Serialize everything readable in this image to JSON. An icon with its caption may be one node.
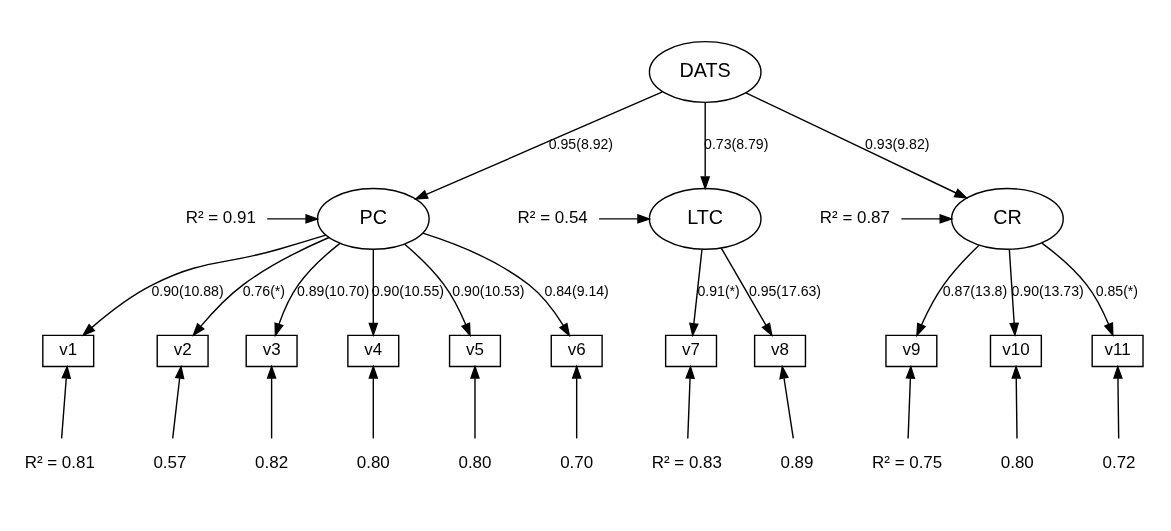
{
  "diagram": {
    "nodes": [
      {
        "text": [
          "DATS"
        ]
      },
      {
        "text": [
          "PC"
        ]
      },
      {
        "text": [
          "LTC"
        ]
      },
      {
        "text": [
          "CR"
        ]
      },
      {
        "text": [
          "v1"
        ]
      },
      {
        "text": [
          "v2"
        ]
      },
      {
        "text": [
          "v3"
        ]
      },
      {
        "text": [
          "v4"
        ]
      },
      {
        "text": [
          "v5"
        ]
      },
      {
        "text": [
          "v6"
        ]
      },
      {
        "text": [
          "v7"
        ]
      },
      {
        "text": [
          "v8"
        ]
      },
      {
        "text": [
          "v9"
        ]
      },
      {
        "text": [
          "v10"
        ]
      },
      {
        "text": [
          "v11"
        ]
      },
      {
        "text": [
          "R² = 0.91"
        ]
      },
      {
        "text": [
          "R² = 0.54"
        ]
      },
      {
        "text": [
          "R² = 0.87"
        ]
      },
      {
        "text": [
          "R² = 0.81"
        ]
      },
      {
        "text": [
          "0.57"
        ]
      },
      {
        "text": [
          "0.82"
        ]
      },
      {
        "text": [
          "0.80"
        ]
      },
      {
        "text": [
          "0.80"
        ]
      },
      {
        "text": [
          "0.70"
        ]
      },
      {
        "text": [
          "R² = 0.83"
        ]
      },
      {
        "text": [
          "0.89"
        ]
      },
      {
        "text": [
          "R² = 0.75"
        ]
      },
      {
        "text": [
          "0.80"
        ]
      },
      {
        "text": [
          "0.72"
        ]
      }
    ],
    "edges": [
      {
        "from": 0,
        "to": 1,
        "arrow": "to",
        "label": "0.95(8.92)"
      },
      {
        "from": 0,
        "to": 2,
        "arrow": "to",
        "label": "0.73(8.79)"
      },
      {
        "from": 0,
        "to": 3,
        "arrow": "to",
        "label": "0.93(9.82)"
      },
      {
        "from": 15,
        "to": 1,
        "arrow": "to"
      },
      {
        "from": 16,
        "to": 2,
        "arrow": "to"
      },
      {
        "from": 17,
        "to": 3,
        "arrow": "to"
      },
      {
        "from": 1,
        "to": 4,
        "arrow": "to",
        "label": "0.90(10.88)"
      },
      {
        "from": 1,
        "to": 5,
        "arrow": "to",
        "label": "0.76(*)"
      },
      {
        "from": 1,
        "to": 6,
        "arrow": "to",
        "label": "0.89(10.70)"
      },
      {
        "from": 1,
        "to": 7,
        "arrow": "to",
        "label": "0.90(10.55)"
      },
      {
        "from": 1,
        "to": 8,
        "arrow": "to",
        "label": "0.90(10.53)"
      },
      {
        "from": 1,
        "to": 9,
        "arrow": "to",
        "label": "0.84(9.14)"
      },
      {
        "from": 2,
        "to": 10,
        "arrow": "to",
        "label": "0.91(*)"
      },
      {
        "from": 2,
        "to": 11,
        "arrow": "to",
        "label": "0.95(17.63)"
      },
      {
        "from": 3,
        "to": 12,
        "arrow": "to",
        "label": "0.87(13.8)"
      },
      {
        "from": 3,
        "to": 13,
        "arrow": "to",
        "label": "0.90(13.73)"
      },
      {
        "from": 3,
        "to": 14,
        "arrow": "to",
        "label": "0.85(*)"
      },
      {
        "from": 18,
        "to": 4,
        "arrow": "to"
      },
      {
        "from": 19,
        "to": 5,
        "arrow": "to"
      },
      {
        "from": 20,
        "to": 6,
        "arrow": "to"
      },
      {
        "from": 21,
        "to": 7,
        "arrow": "to"
      },
      {
        "from": 22,
        "to": 8,
        "arrow": "to"
      },
      {
        "from": 23,
        "to": 9,
        "arrow": "to"
      },
      {
        "from": 24,
        "to": 10,
        "arrow": "to"
      },
      {
        "from": 25,
        "to": 11,
        "arrow": "to"
      },
      {
        "from": 26,
        "to": 12,
        "arrow": "to"
      },
      {
        "from": 27,
        "to": 13,
        "arrow": "to"
      },
      {
        "from": 28,
        "to": 14,
        "arrow": "to"
      }
    ]
  }
}
